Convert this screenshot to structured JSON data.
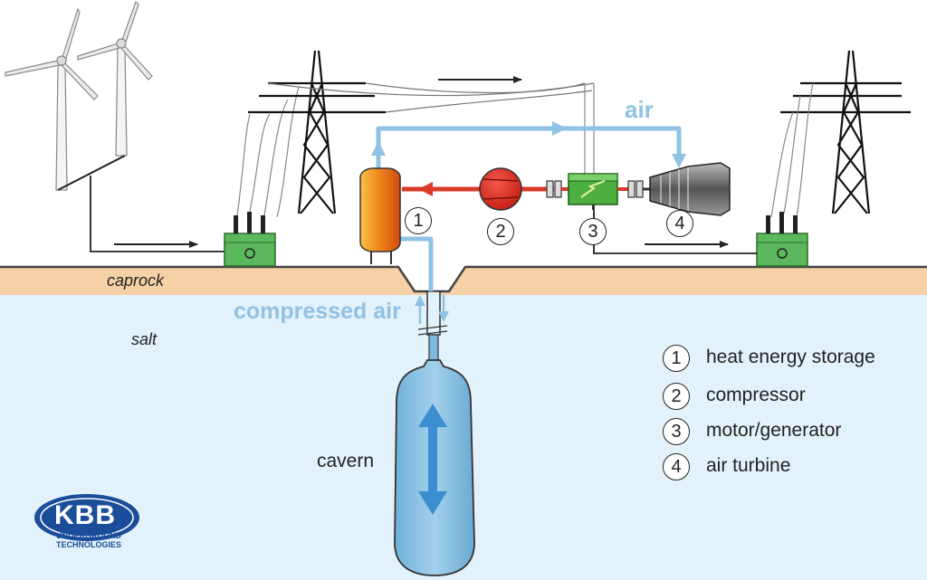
{
  "labels": {
    "air": "air",
    "caprock": "caprock",
    "salt": "salt",
    "compressed_air": "compressed air",
    "cavern": "cavern"
  },
  "components": [
    {
      "number": "1",
      "name": "heat energy storage"
    },
    {
      "number": "2",
      "name": "compressor"
    },
    {
      "number": "3",
      "name": "motor/generator"
    },
    {
      "number": "4",
      "name": "air turbine"
    }
  ],
  "logo": {
    "name": "KBB",
    "sub1": "UNDERGROUND",
    "sub2": "TECHNOLOGIES"
  },
  "colors": {
    "air_flow": "#8fc2e3",
    "heat_flow": "#d93a2a",
    "caprock": "#f6d1a6",
    "salt": "#e3f2fa",
    "transformer": "#5cb85c",
    "cavern": "#7fb8de"
  },
  "icons": [
    "wind-turbine-icon",
    "power-pylon-icon",
    "transformer-icon",
    "storage-tank-icon",
    "compressor-icon",
    "generator-icon",
    "turbine-icon",
    "cavern-icon"
  ]
}
